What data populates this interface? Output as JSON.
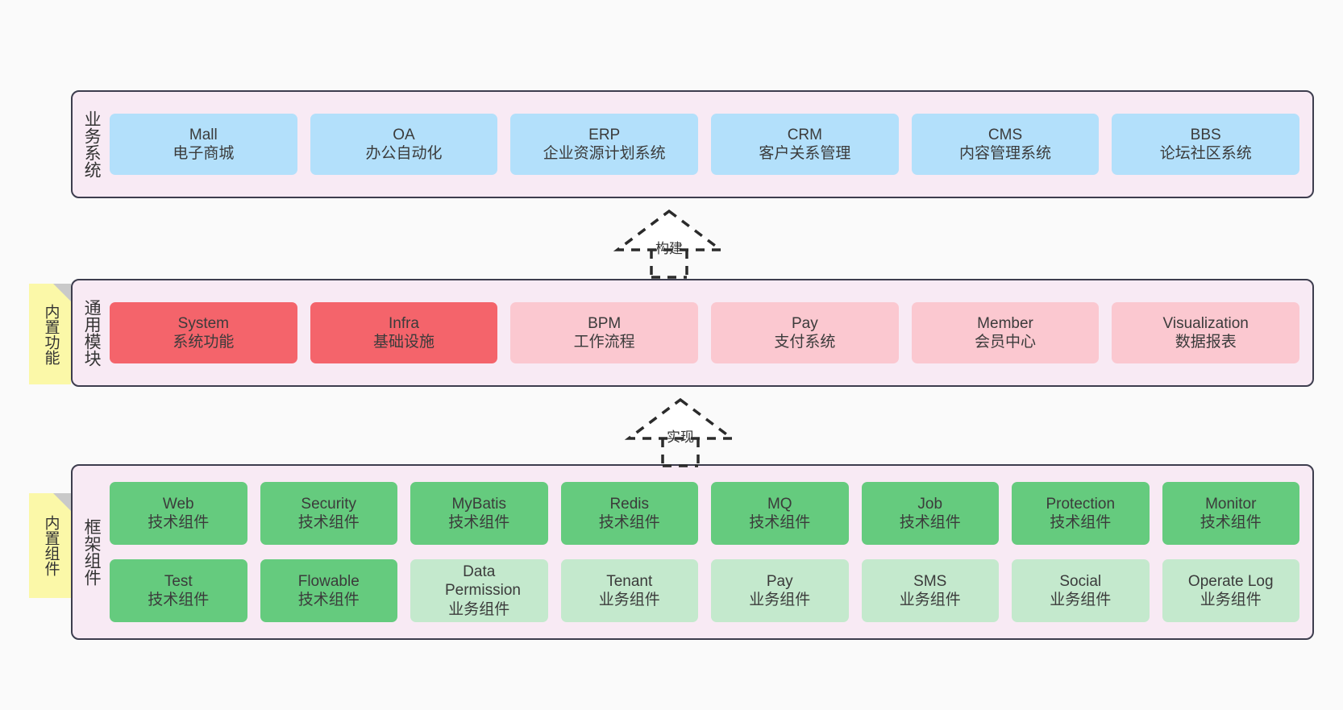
{
  "canvas": {
    "background": "#fafafa",
    "panel_fill": "#f8eaf4",
    "panel_stroke": "#3d3d4e",
    "sticky_fill": "#fbf8a8",
    "sticky_fold": "#c9c9c9"
  },
  "layers": [
    {
      "id": "business-system",
      "label": "业务系统",
      "sticky": null,
      "rows": [
        {
          "cards": [
            {
              "en": "Mall",
              "cn": "电子商城",
              "color": "#b3e0fb",
              "tone": "blue"
            },
            {
              "en": "OA",
              "cn": "办公自动化",
              "color": "#b3e0fb",
              "tone": "blue"
            },
            {
              "en": "ERP",
              "cn": "企业资源计划系统",
              "color": "#b3e0fb",
              "tone": "blue"
            },
            {
              "en": "CRM",
              "cn": "客户关系管理",
              "color": "#b3e0fb",
              "tone": "blue"
            },
            {
              "en": "CMS",
              "cn": "内容管理系统",
              "color": "#b3e0fb",
              "tone": "blue"
            },
            {
              "en": "BBS",
              "cn": "论坛社区系统",
              "color": "#b3e0fb",
              "tone": "blue"
            }
          ]
        }
      ]
    },
    {
      "id": "common-module",
      "label": "通用模块",
      "sticky": "内置功能",
      "rows": [
        {
          "cards": [
            {
              "en": "System",
              "cn": "系统功能",
              "color": "#f4646b",
              "tone": "red"
            },
            {
              "en": "Infra",
              "cn": "基础设施",
              "color": "#f4646b",
              "tone": "red"
            },
            {
              "en": "BPM",
              "cn": "工作流程",
              "color": "#fbc8d0",
              "tone": "pink"
            },
            {
              "en": "Pay",
              "cn": "支付系统",
              "color": "#fbc8d0",
              "tone": "pink"
            },
            {
              "en": "Member",
              "cn": "会员中心",
              "color": "#fbc8d0",
              "tone": "pink"
            },
            {
              "en": "Visualization",
              "cn": "数据报表",
              "color": "#fbc8d0",
              "tone": "pink"
            }
          ]
        }
      ]
    },
    {
      "id": "framework-component",
      "label": "框架组件",
      "sticky": "内置组件",
      "rows": [
        {
          "cards": [
            {
              "en": "Web",
              "cn": "技术组件",
              "color": "#65cb7e",
              "tone": "green"
            },
            {
              "en": "Security",
              "cn": "技术组件",
              "color": "#65cb7e",
              "tone": "green"
            },
            {
              "en": "MyBatis",
              "cn": "技术组件",
              "color": "#65cb7e",
              "tone": "green"
            },
            {
              "en": "Redis",
              "cn": "技术组件",
              "color": "#65cb7e",
              "tone": "green"
            },
            {
              "en": "MQ",
              "cn": "技术组件",
              "color": "#65cb7e",
              "tone": "green"
            },
            {
              "en": "Job",
              "cn": "技术组件",
              "color": "#65cb7e",
              "tone": "green"
            },
            {
              "en": "Protection",
              "cn": "技术组件",
              "color": "#65cb7e",
              "tone": "green"
            },
            {
              "en": "Monitor",
              "cn": "技术组件",
              "color": "#65cb7e",
              "tone": "green"
            }
          ]
        },
        {
          "cards": [
            {
              "en": "Test",
              "cn": "技术组件",
              "color": "#65cb7e",
              "tone": "green"
            },
            {
              "en": "Flowable",
              "cn": "技术组件",
              "color": "#65cb7e",
              "tone": "green"
            },
            {
              "en": "Data Permission",
              "cn": "业务组件",
              "color": "#c4e9cd",
              "tone": "greenlight"
            },
            {
              "en": "Tenant",
              "cn": "业务组件",
              "color": "#c4e9cd",
              "tone": "greenlight"
            },
            {
              "en": "Pay",
              "cn": "业务组件",
              "color": "#c4e9cd",
              "tone": "greenlight"
            },
            {
              "en": "SMS",
              "cn": "业务组件",
              "color": "#c4e9cd",
              "tone": "greenlight"
            },
            {
              "en": "Social",
              "cn": "业务组件",
              "color": "#c4e9cd",
              "tone": "greenlight"
            },
            {
              "en": "Operate Log",
              "cn": "业务组件",
              "color": "#c4e9cd",
              "tone": "greenlight"
            }
          ]
        }
      ]
    }
  ],
  "connectors": [
    {
      "id": "build",
      "label": "构建",
      "style": "uml-realization"
    },
    {
      "id": "realize",
      "label": "实现",
      "style": "uml-realization"
    }
  ]
}
